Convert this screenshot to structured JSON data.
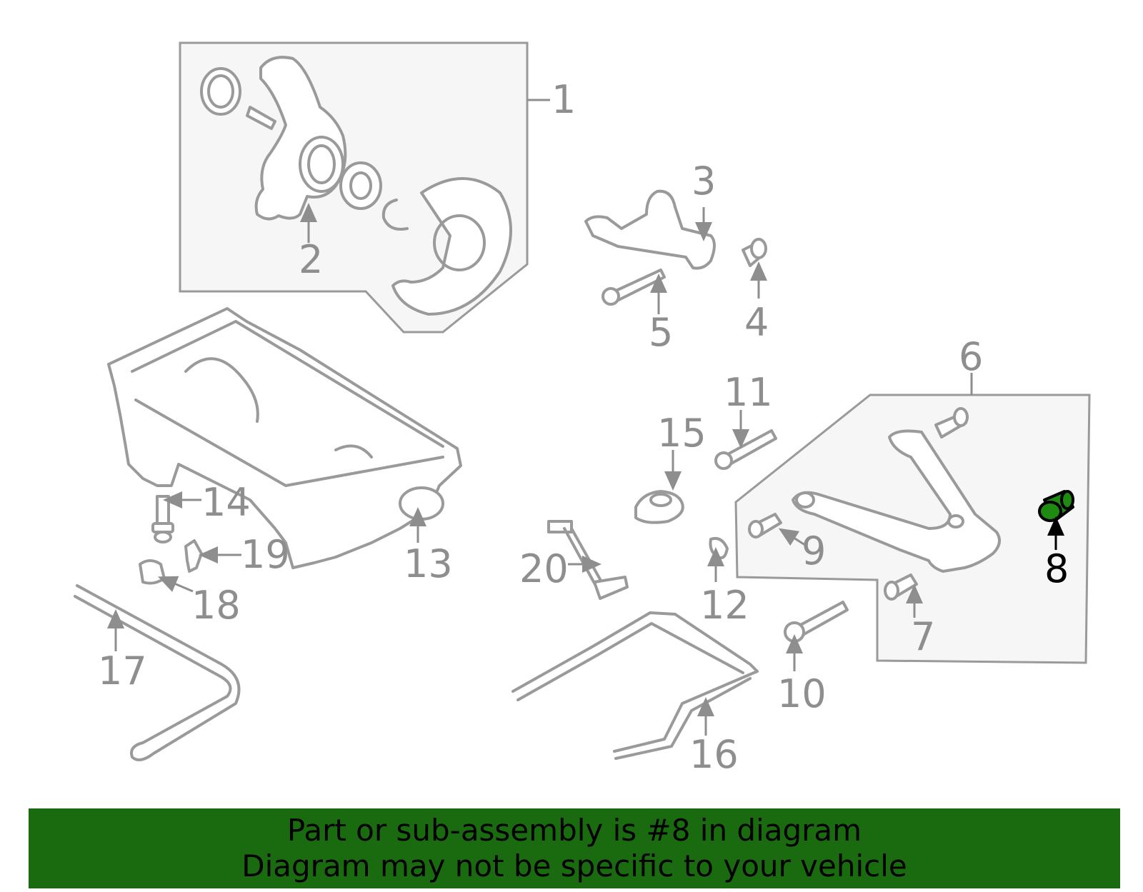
{
  "callouts": [
    {
      "id": "1",
      "label": "1"
    },
    {
      "id": "2",
      "label": "2"
    },
    {
      "id": "3",
      "label": "3"
    },
    {
      "id": "4",
      "label": "4"
    },
    {
      "id": "5",
      "label": "5"
    },
    {
      "id": "6",
      "label": "6"
    },
    {
      "id": "7",
      "label": "7"
    },
    {
      "id": "8",
      "label": "8"
    },
    {
      "id": "9",
      "label": "9"
    },
    {
      "id": "10",
      "label": "10"
    },
    {
      "id": "11",
      "label": "11"
    },
    {
      "id": "12",
      "label": "12"
    },
    {
      "id": "13",
      "label": "13"
    },
    {
      "id": "14",
      "label": "14"
    },
    {
      "id": "15",
      "label": "15"
    },
    {
      "id": "16",
      "label": "16"
    },
    {
      "id": "17",
      "label": "17"
    },
    {
      "id": "18",
      "label": "18"
    },
    {
      "id": "19",
      "label": "19"
    },
    {
      "id": "20",
      "label": "20"
    }
  ],
  "highlighted_part": "8",
  "colors": {
    "highlight_part": "#1e8a12",
    "banner_bg": "#1a6a10",
    "line": "#9a9a9a",
    "label": "#8e8e8e"
  },
  "banner": {
    "line1": "Part or sub-assembly is #8 in diagram",
    "line2": "Diagram may not be specific to your vehicle"
  }
}
